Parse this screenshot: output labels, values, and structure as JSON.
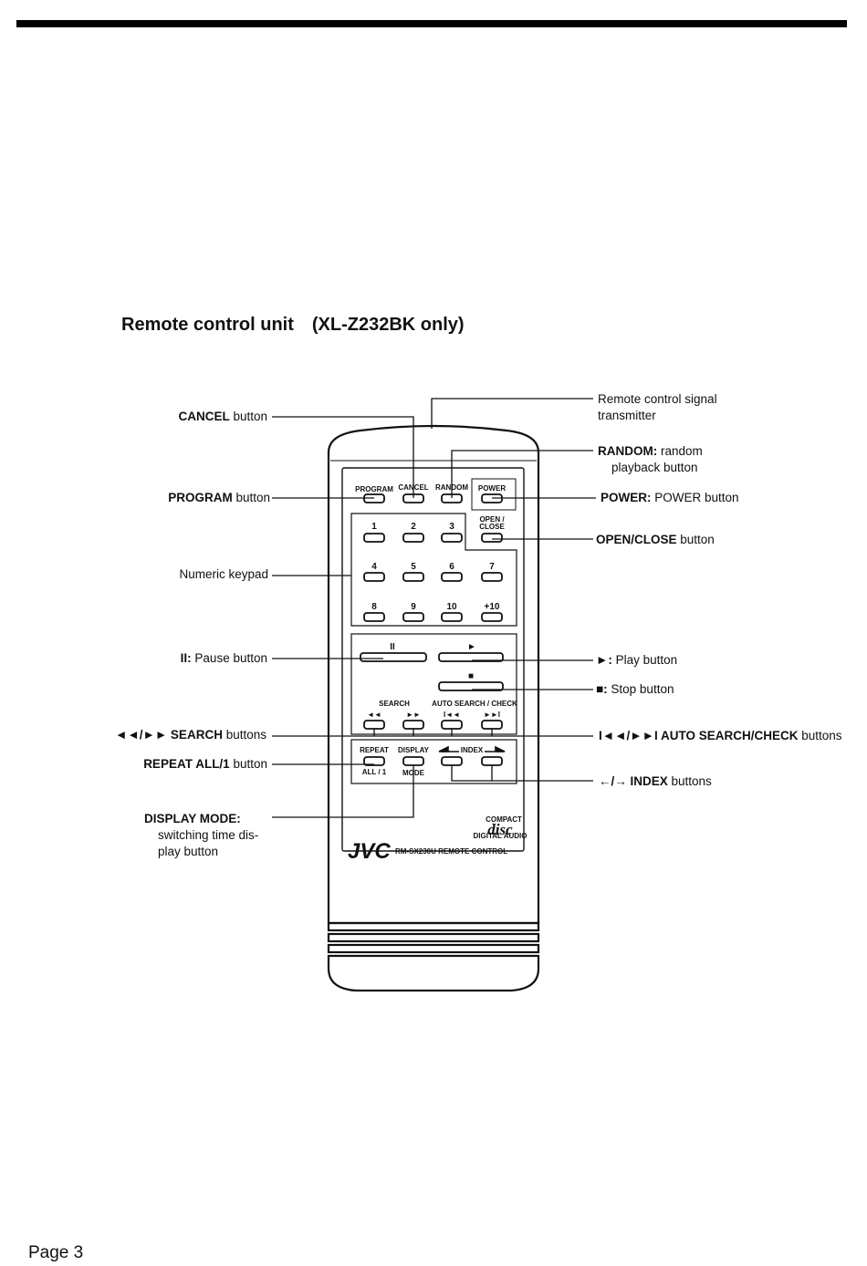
{
  "page": {
    "title": "Remote control unit",
    "model": "(XL-Z232BK only)",
    "page_number": "Page 3"
  },
  "labels_left": {
    "cancel": {
      "bold": "CANCEL",
      "text": " button"
    },
    "program": {
      "bold": "PROGRAM",
      "text": " button"
    },
    "keypad": {
      "text": "Numeric keypad"
    },
    "pause": {
      "bold": "II:",
      "text": " Pause button"
    },
    "search": {
      "bold": "◄◄/►► SEARCH",
      "text": " buttons"
    },
    "repeat": {
      "bold": "REPEAT ALL/1",
      "text": " button"
    },
    "display_mode": {
      "bold": "DISPLAY MODE:",
      "line1": "switching time dis-",
      "line2": "play button"
    }
  },
  "labels_right": {
    "transmitter": {
      "line1": "Remote  control  signal",
      "line2": "transmitter"
    },
    "random": {
      "bold": "RANDOM:",
      "text": "  random",
      "line2": "playback button"
    },
    "power": {
      "bold": "POWER:",
      "text": " POWER button"
    },
    "open_close": {
      "bold": "OPEN/CLOSE",
      "text": " button"
    },
    "play": {
      "bold": "►:",
      "text": " Play button"
    },
    "stop": {
      "bold": "■:",
      "text": " Stop button"
    },
    "auto_search": {
      "bold": "I◄◄/►►I AUTO SEARCH/CHECK",
      "text": " buttons"
    },
    "index": {
      "bold": "←/→ INDEX",
      "text": " buttons"
    }
  },
  "remote": {
    "top_keys": [
      "PROGRAM",
      "CANCEL",
      "RANDOM",
      "POWER"
    ],
    "open_close": [
      "OPEN /",
      "CLOSE"
    ],
    "numbers": [
      "1",
      "2",
      "3",
      "4",
      "5",
      "6",
      "7",
      "8",
      "9",
      "10",
      "+10"
    ],
    "pause_symbol": "II",
    "play_symbol": "►",
    "stop_symbol": "■",
    "search_label": "SEARCH",
    "search_symbols": [
      "◄◄",
      "►►"
    ],
    "auto_search_label": "AUTO SEARCH / CHECK",
    "auto_search_symbols": [
      "I◄◄",
      "►►I"
    ],
    "repeat_label": "REPEAT",
    "repeat_sub": "ALL / 1",
    "display_label": "DISPLAY",
    "display_sub": "MODE",
    "index_label": "INDEX",
    "brand": "JVC",
    "model_text": "RM-SX230U REMOTE CONTROL",
    "cd_logo": {
      "top": "COMPACT",
      "main": "disc",
      "bottom": "DIGITAL AUDIO"
    }
  }
}
